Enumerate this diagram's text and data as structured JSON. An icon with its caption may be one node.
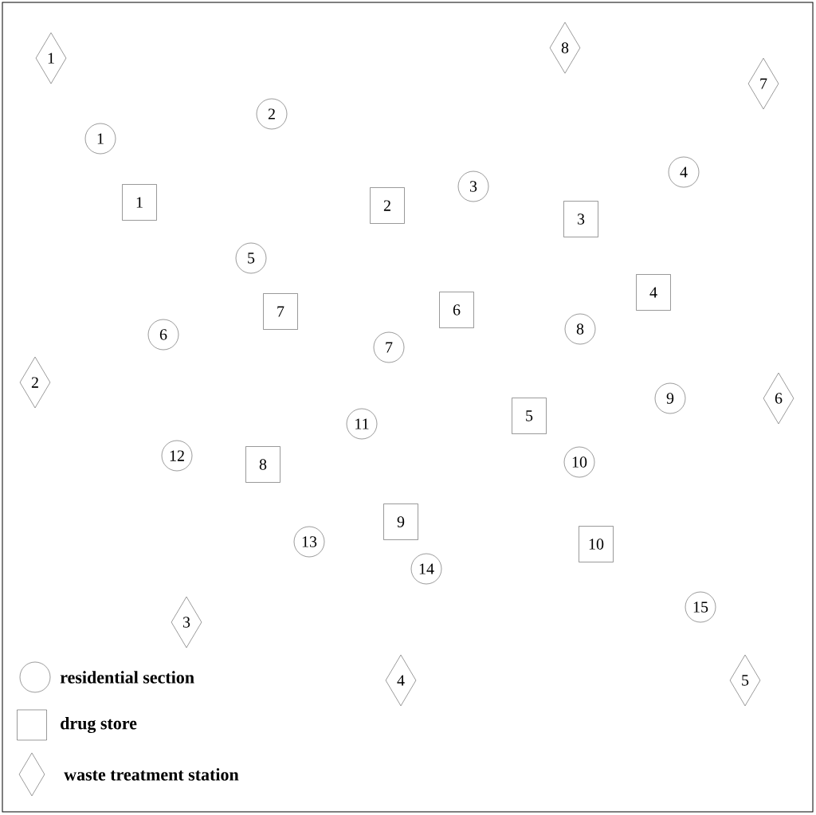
{
  "diagram": {
    "nodes": [
      {
        "text": [
          "1"
        ]
      },
      {
        "text": [
          "2"
        ]
      },
      {
        "text": [
          "3"
        ]
      },
      {
        "text": [
          "4"
        ]
      },
      {
        "text": [
          "5"
        ]
      },
      {
        "text": [
          "6"
        ]
      },
      {
        "text": [
          "7"
        ]
      },
      {
        "text": [
          "8"
        ]
      },
      {
        "text": [
          "9"
        ]
      },
      {
        "text": [
          "10"
        ]
      },
      {
        "text": [
          "11"
        ]
      },
      {
        "text": [
          "12"
        ]
      },
      {
        "text": [
          "13"
        ]
      },
      {
        "text": [
          "14"
        ]
      },
      {
        "text": [
          "15"
        ]
      },
      {
        "text": [
          "1"
        ]
      },
      {
        "text": [
          "2"
        ]
      },
      {
        "text": [
          "3"
        ]
      },
      {
        "text": [
          "4"
        ]
      },
      {
        "text": [
          "5"
        ]
      },
      {
        "text": [
          "6"
        ]
      },
      {
        "text": [
          "7"
        ]
      },
      {
        "text": [
          "8"
        ]
      },
      {
        "text": [
          "9"
        ]
      },
      {
        "text": [
          "10"
        ]
      },
      {
        "text": [
          "1"
        ]
      },
      {
        "text": [
          "2"
        ]
      },
      {
        "text": [
          "3"
        ]
      },
      {
        "text": [
          "4"
        ]
      },
      {
        "text": [
          "5"
        ]
      },
      {
        "text": [
          "6"
        ]
      },
      {
        "text": [
          "7"
        ]
      },
      {
        "text": [
          "8"
        ]
      }
    ],
    "legend": [
      {
        "text": "residential section"
      },
      {
        "text": "drug store"
      },
      {
        "text": "waste treatment station"
      }
    ]
  }
}
